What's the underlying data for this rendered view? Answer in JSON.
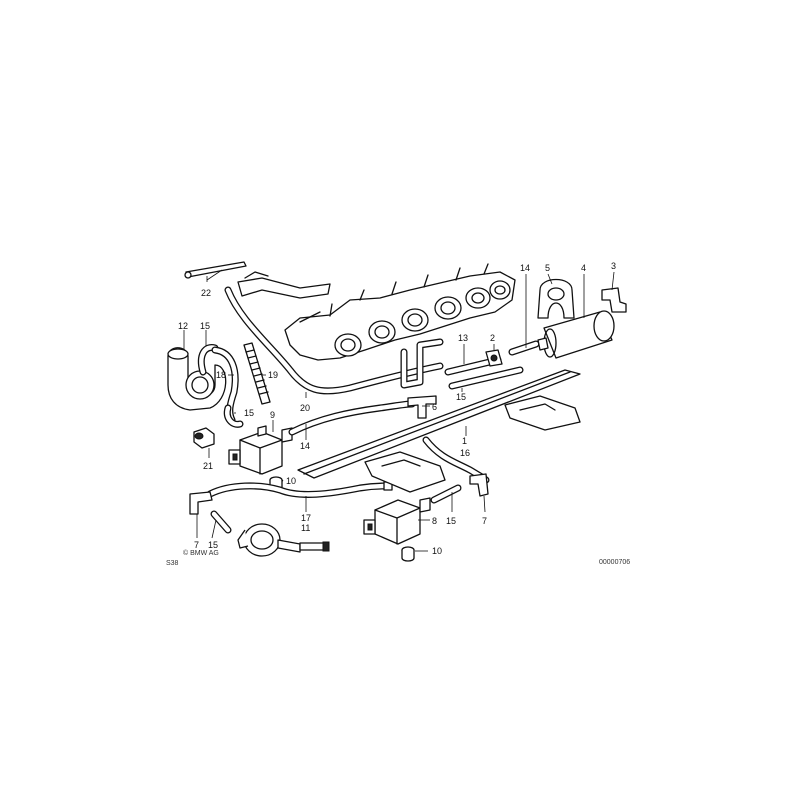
{
  "callouts": [
    "22",
    "12",
    "15",
    "18",
    "19",
    "20",
    "15",
    "9",
    "14",
    "21",
    "10",
    "17",
    "11",
    "7",
    "15",
    "8",
    "15",
    "7",
    "10",
    "1",
    "16",
    "6",
    "15",
    "13",
    "2",
    "14",
    "5",
    "4",
    "3"
  ],
  "footer": {
    "left_code": "S38",
    "copyright": "© BMW AG",
    "right_code": "00000706"
  }
}
